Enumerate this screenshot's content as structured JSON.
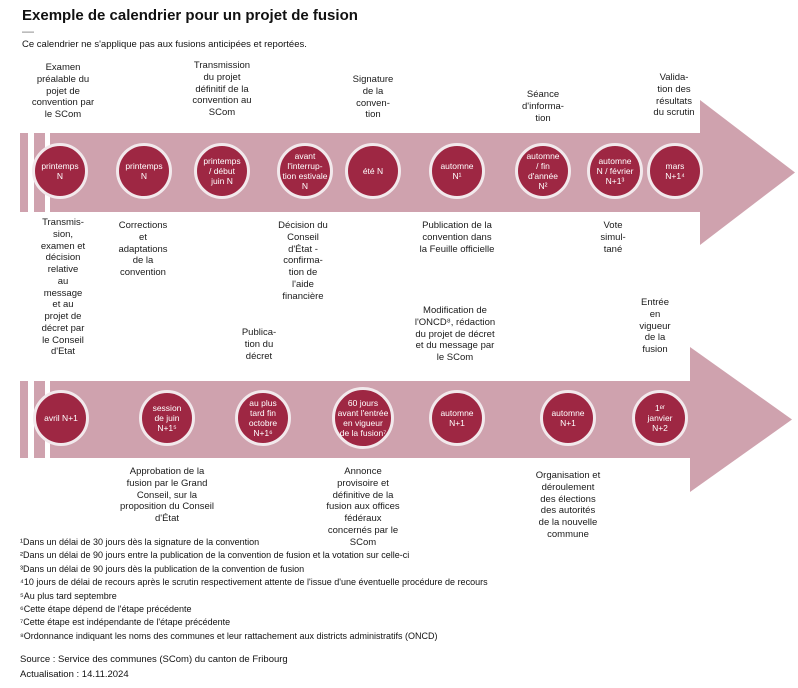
{
  "header": {
    "title": "Exemple de calendrier pour un projet de fusion",
    "dash": "—",
    "subtitle": "Ce calendrier ne s'applique pas aux fusions anticipées et reportées."
  },
  "colors": {
    "arrow_fill": "#cfa2ae",
    "circle_fill": "#9e2743",
    "circle_ring": "#f2e9ec",
    "circle_text": "#ffffff"
  },
  "top_labels": [
    {
      "text": "Examen\npréalable du\npojet de\nconvention par\nle SCom"
    },
    {
      "text": "Transmission\ndu projet\ndéfinitif de la\nconvention au\nSCom"
    },
    {
      "text": "Signature\nde la\nconven-\ntion"
    },
    {
      "text": "Séance\nd'informa-\ntion"
    },
    {
      "text": "Valida-\ntion des\nrésultats\ndu scrutin"
    }
  ],
  "timeline1_circles": [
    {
      "text": "printemps\nN"
    },
    {
      "text": "printemps\nN"
    },
    {
      "text": "printemps\n/ début\njuin N"
    },
    {
      "text": "avant\nl'interrup-\ntion estivale\nN"
    },
    {
      "text": "été N"
    },
    {
      "text": "automne\nN¹"
    },
    {
      "text": "automne\n/ fin\nd'année\nN²"
    },
    {
      "text": "automne\nN / février\nN+1³"
    },
    {
      "text": "mars\nN+1⁴"
    }
  ],
  "mid_labels": [
    {
      "text": "Transmis-\nsion,\nexamen et\ndécision\nrelative\nau\nmessage\net au\nprojet de\ndécret par\nle Conseil\nd'Etat"
    },
    {
      "text": "Corrections\net\nadaptations\nde la\nconvention"
    },
    {
      "text": "Décision du\nConseil\nd'État -\nconfirma-\ntion de\nl'aide\nfinancière"
    },
    {
      "text": "Publica-\ntion du\ndécret"
    },
    {
      "text": "Publication de la\nconvention dans\nla Feuille officielle"
    },
    {
      "text": "Vote\nsimul-\ntané"
    },
    {
      "text": "Modification de\nl'ONCD⁸, rédaction\ndu projet de décret\net du message par\nle SCom"
    },
    {
      "text": "Entrée\nen\nvigueur\nde la\nfusion"
    }
  ],
  "timeline2_circles": [
    {
      "text": "avril N+1"
    },
    {
      "text": "session\nde juin\nN+1⁵"
    },
    {
      "text": "au plus\ntard fin\noctobre\nN+1⁶"
    },
    {
      "text": "60 jours\navant l'entrée\nen vigueur\nde la fusion⁷"
    },
    {
      "text": "automne\nN+1"
    },
    {
      "text": "automne\nN+1"
    },
    {
      "text": "1ᵉʳ\njanvier\nN+2"
    }
  ],
  "bottom_labels": [
    {
      "text": "Approbation de la\nfusion par le Grand\nConseil, sur la\nproposition du Conseil\nd'État"
    },
    {
      "text": "Annonce\nprovisoire et\ndéfinitive de la\nfusion aux offices\nfédéraux\nconcernés par le\nSCom"
    },
    {
      "text": "Organisation et\ndéroulement\ndes élections\ndes autorités\nde la nouvelle\ncommune"
    }
  ],
  "footnotes": [
    "¹Dans un délai de 30 jours dès la signature de la convention",
    "²Dans un délai de 90 jours entre la publication de la convention de fusion et la votation sur celle-ci",
    "³Dans un délai de 90 jours dès la publication de la convention de fusion",
    "⁴10 jours de délai de recours après le scrutin respectivement attente de l'issue d'une éventuelle procédure de recours",
    "⁵Au plus tard septembre",
    "⁶Cette étape dépend de l'étape précédente",
    "⁷Cette étape est indépendante de l'étape précédente",
    "⁸Ordonnance indiquant les noms des communes et leur rattachement aux districts administratifs (ONCD)"
  ],
  "source_line": "Source : Service des communes (SCom) du canton de Fribourg",
  "updated_line": "Actualisation : 14.11.2024"
}
